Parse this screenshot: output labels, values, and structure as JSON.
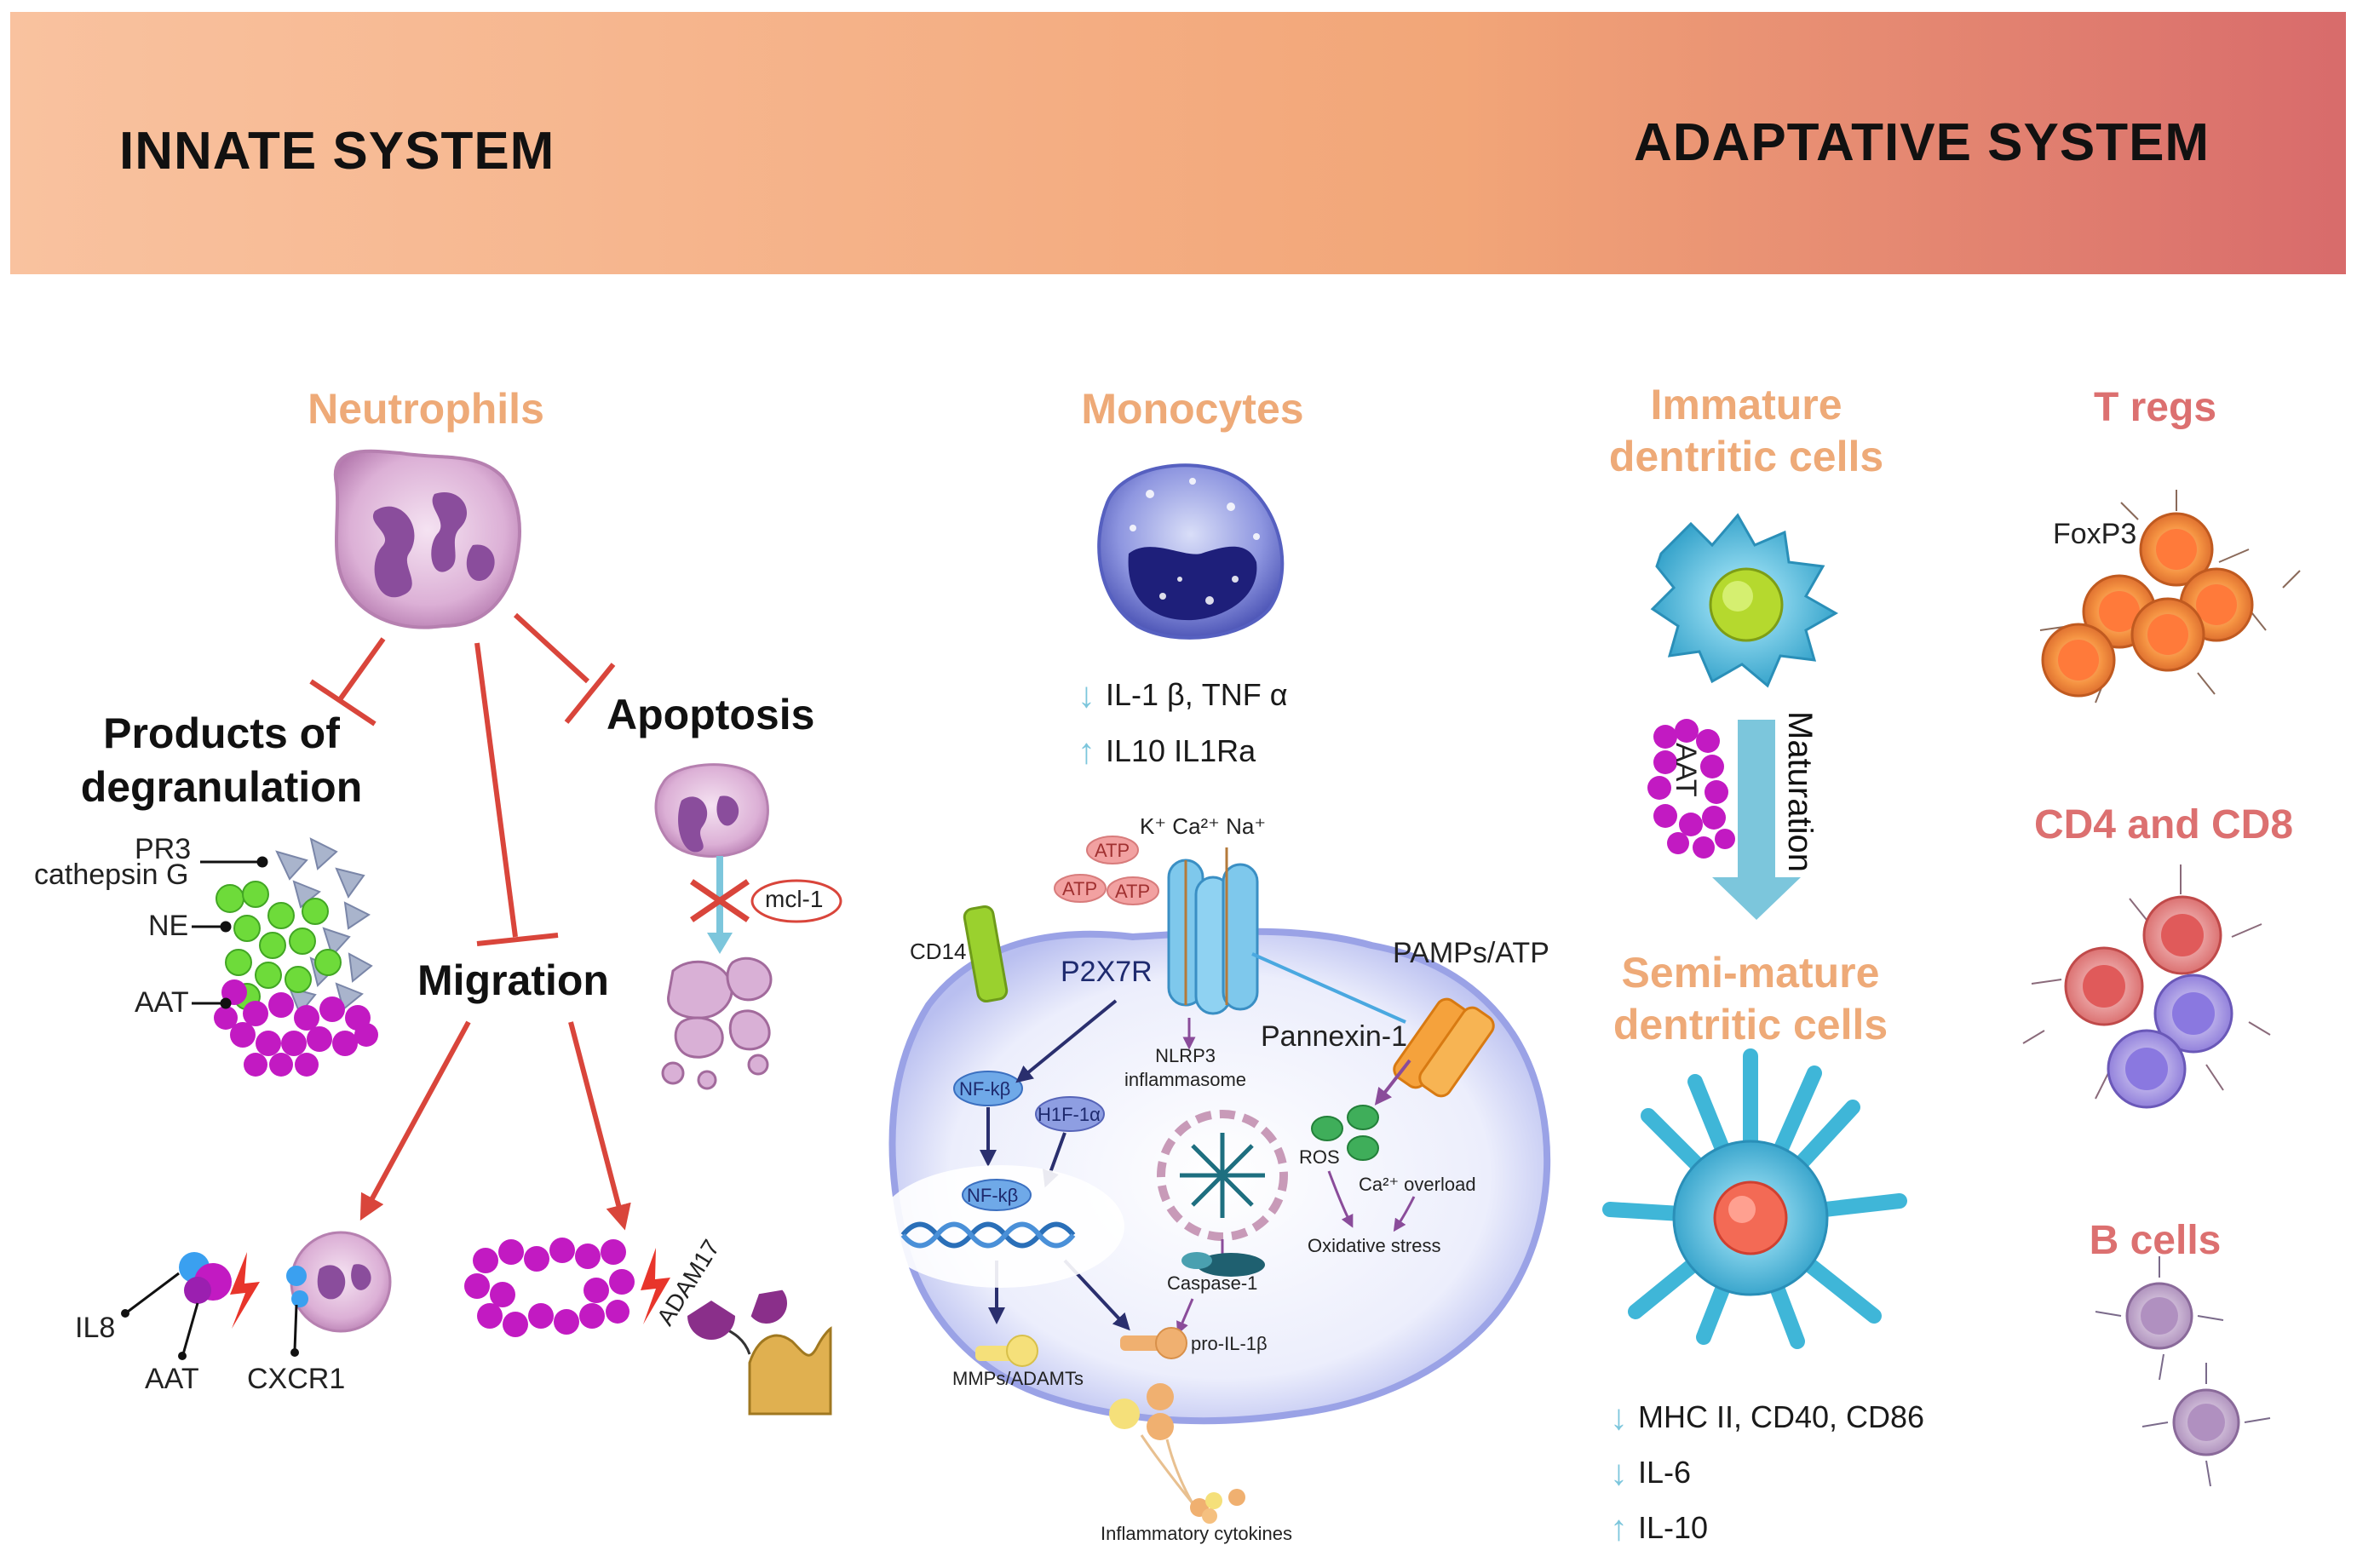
{
  "banner": {
    "left_title": "INNATE SYSTEM",
    "right_title": "ADAPTATIVE SYSTEM",
    "gradient": [
      "#f9c29f",
      "#f2a678",
      "#d86b6b"
    ]
  },
  "sections": {
    "neutrophils": "Neutrophils",
    "monocytes": "Monocytes",
    "immature_dc": [
      "Immature",
      "dentritic cells"
    ],
    "semi_mature_dc": [
      "Semi-mature",
      "dentritic cells"
    ],
    "tregs": "T regs",
    "cd4_cd8": "CD4 and CD8",
    "b_cells": "B cells"
  },
  "neutrophil_panel": {
    "degranulation": [
      "Products of",
      "degranulation"
    ],
    "apoptosis": "Apoptosis",
    "migration": "Migration",
    "labels": {
      "pr3": "PR3",
      "cathepsin": "cathepsin G",
      "ne": "NE",
      "aat": "AAT",
      "mcl1": "mcl-1",
      "il8": "IL8",
      "aat_bottom": "AAT",
      "cxcr1": "CXCR1",
      "aat_cluster": "AAT",
      "adam17": "ADAM17"
    }
  },
  "monocyte_panel": {
    "markers": [
      {
        "direction": "down",
        "text": "IL-1 β, TNF α"
      },
      {
        "direction": "up",
        "text": "IL10 IL1Ra"
      }
    ],
    "labels": {
      "ions": "K⁺  Ca²⁺ Na⁺",
      "atp": "ATP",
      "cd14": "CD14",
      "p2x7r": "P2X7R",
      "pamps": "PAMPs/ATP",
      "pannexin": "Pannexin-1",
      "nlrp3": [
        "NLRP3",
        "inflammasome"
      ],
      "nfkb": "NF-kβ",
      "hif": "H1F-1α",
      "nfkb_dna": "NF-kβ",
      "ros": "ROS",
      "ca_overload": "Ca²⁺ overload",
      "oxidative": "Oxidative stress",
      "caspase": "Caspase-1",
      "pro_il": "pro-IL-1β",
      "mmps": "MMPs/ADAMTs",
      "cytokines": "Inflammatory cytokines"
    }
  },
  "dc_panel": {
    "aat": "AAT",
    "maturation": "Maturation",
    "markers": [
      {
        "direction": "down",
        "text": "MHC II, CD40, CD86"
      },
      {
        "direction": "down",
        "text": "IL-6"
      },
      {
        "direction": "up",
        "text": "IL-10"
      }
    ]
  },
  "treg_panel": {
    "foxp3": "FoxP3"
  },
  "colors": {
    "peach_title": "#eeaa78",
    "rose_title": "#dc7070",
    "inhibit_line": "#d9453b",
    "neutrophil": "#c98fc3",
    "magenta_aat": "#c21ac2",
    "green_ne": "#6edb3a",
    "monocyte_membrane": "#b8bff0",
    "dc_cyan": "#3fb6d8",
    "treg_orange": "#f08a3a",
    "cd4_red": "#e47b7b",
    "cd8_purple": "#9a8ae0",
    "bcell_purple": "#b89ac8"
  }
}
